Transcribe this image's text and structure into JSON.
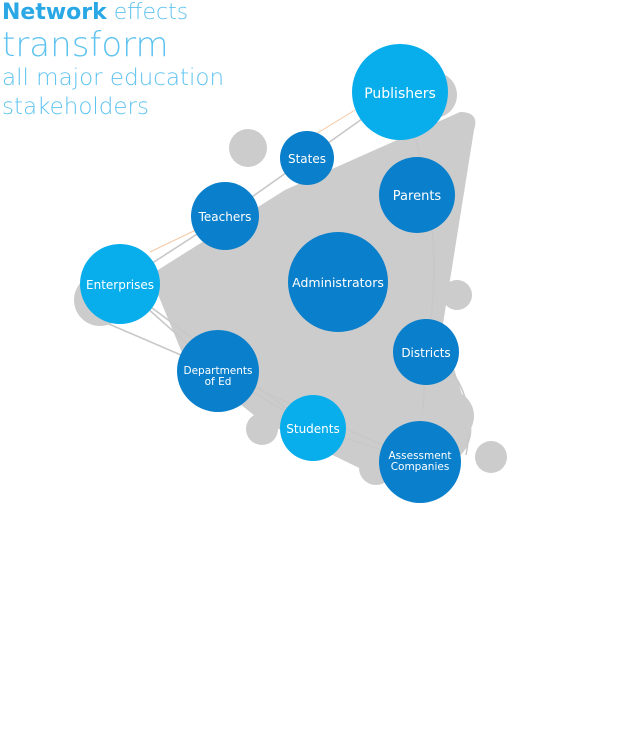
{
  "headline": {
    "network": "Network",
    "effects": " effects",
    "transform": "transform",
    "line3": "all major education",
    "line4": "stakeholders"
  },
  "colors": {
    "dark_blue": "#0a7fcb",
    "light_blue": "#08aeec",
    "gray": "#cccccc",
    "headline": "#5ec3ef"
  },
  "nodes": [
    {
      "id": "publishers",
      "label": "Publishers",
      "tone": "light"
    },
    {
      "id": "states",
      "label": "States",
      "tone": "dark"
    },
    {
      "id": "parents",
      "label": "Parents",
      "tone": "dark"
    },
    {
      "id": "teachers",
      "label": "Teachers",
      "tone": "dark"
    },
    {
      "id": "administrators",
      "label": "Administrators",
      "tone": "dark"
    },
    {
      "id": "enterprises",
      "label": "Enterprises",
      "tone": "light"
    },
    {
      "id": "departments",
      "label_lines": [
        "Departments",
        "of Ed"
      ],
      "tone": "dark"
    },
    {
      "id": "districts",
      "label": "Districts",
      "tone": "dark"
    },
    {
      "id": "students",
      "label": "Students",
      "tone": "light"
    },
    {
      "id": "assessment",
      "label_lines": [
        "Assessment",
        "Companies"
      ],
      "tone": "dark"
    }
  ]
}
